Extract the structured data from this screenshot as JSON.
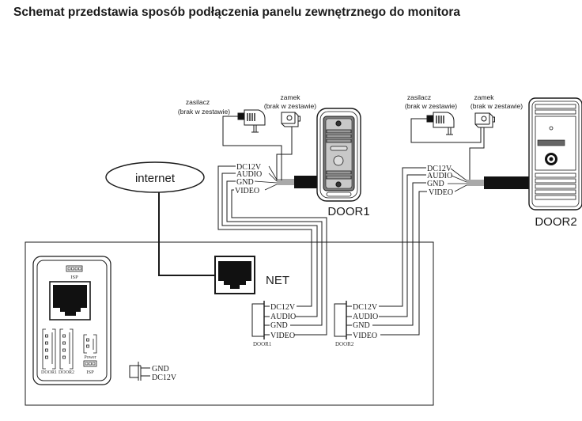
{
  "title": "Schemat przedstawia sposób podłączenia panelu zewnętrznego do monitora",
  "colors": {
    "line": "#1a1a1a",
    "fill_dark": "#111111",
    "panel_gray": "#bdbdbd",
    "panel_light": "#e6e6e6",
    "background": "#ffffff"
  },
  "internet": {
    "label": "internet"
  },
  "net_port": {
    "label": "NET"
  },
  "door1_group": {
    "power_supply": {
      "label_line1": "zasilacz",
      "label_line2": "(brak w zestawie)"
    },
    "lock": {
      "label_line1": "zamek",
      "label_line2": "(brak w zestawie)"
    },
    "panel_label": "DOOR1",
    "wires": [
      "DC12V",
      "AUDIO",
      "GND",
      "VIDEO"
    ]
  },
  "door2_group": {
    "power_supply": {
      "label_line1": "zasilacz",
      "label_line2": "(brak w zestawie)"
    },
    "lock": {
      "label_line1": "zamek",
      "label_line2": "(brak w zestawie)"
    },
    "panel_label": "DOOR2",
    "wires": [
      "DC12V",
      "AUDIO",
      "GND",
      "VIDEO"
    ]
  },
  "monitor": {
    "connector_door1": {
      "label": "DOOR1",
      "pins": [
        "DC12V",
        "AUDIO",
        "GND",
        "VIDEO"
      ]
    },
    "connector_door2": {
      "label": "DOOR2",
      "pins": [
        "DC12V",
        "AUDIO",
        "GND",
        "VIDEO"
      ]
    },
    "power_connector": {
      "pins": [
        "GND",
        "DC12V"
      ]
    },
    "back_panel": {
      "isp_top": "ISP",
      "isp_bottom": "ISP",
      "door1": "DOOR1",
      "door2": "DOOR2",
      "power": "Power"
    }
  }
}
